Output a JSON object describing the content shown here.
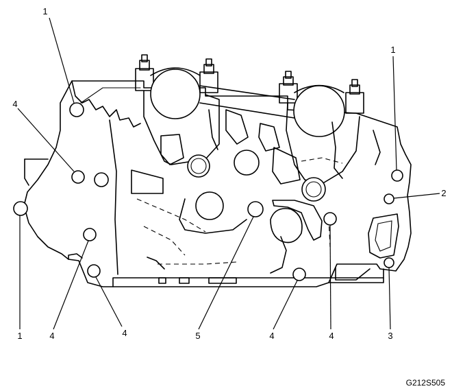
{
  "callouts": [
    {
      "id": "c1a",
      "label": "1"
    },
    {
      "id": "c4a",
      "label": "4"
    },
    {
      "id": "c1b",
      "label": "1"
    },
    {
      "id": "c2",
      "label": "2"
    },
    {
      "id": "c1c",
      "label": "1"
    },
    {
      "id": "c4b",
      "label": "4"
    },
    {
      "id": "c4c",
      "label": "4"
    },
    {
      "id": "c5",
      "label": "5"
    },
    {
      "id": "c4d",
      "label": "4"
    },
    {
      "id": "c4e",
      "label": "4"
    },
    {
      "id": "c3",
      "label": "3"
    }
  ],
  "figure_id": "G212S505"
}
